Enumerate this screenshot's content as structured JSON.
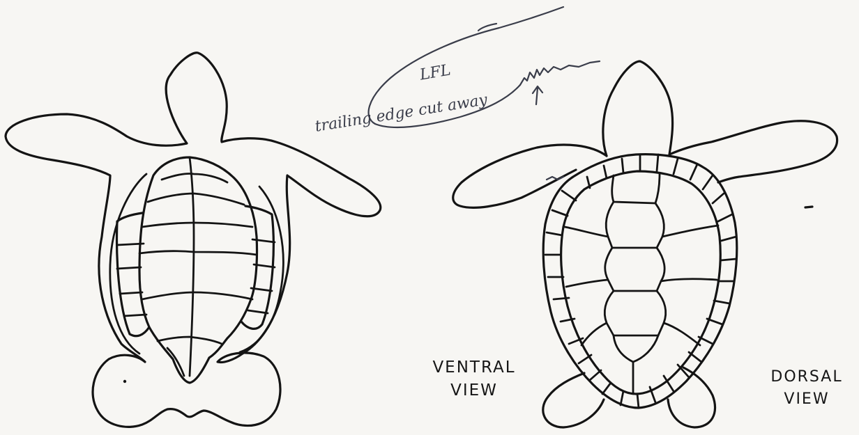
{
  "labels": {
    "ventral_line1": "VENTRAL",
    "ventral_line2": "VIEW",
    "dorsal_line1": "DORSAL",
    "dorsal_line2": "VIEW"
  },
  "annotations": {
    "flipper_label": "LFL",
    "note": "trailing edge cut away"
  },
  "colors": {
    "ink": "#141414",
    "pen": "#3a3d4a",
    "paper": "#f7f6f3"
  }
}
